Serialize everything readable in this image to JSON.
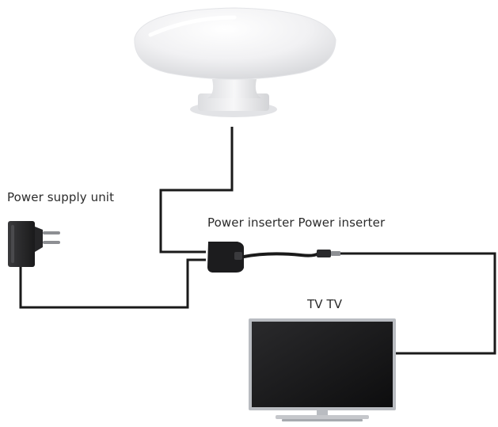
{
  "labels": {
    "power_supply_unit": "Power supply unit",
    "power_inserter": "Power inserter Power inserter",
    "tv": "TV TV"
  },
  "colors": {
    "cable": "#1a1a1a",
    "antenna_body": "#f4f4f6",
    "device_dark": "#1c1c1e",
    "tv_bezel": "#b9bcc1",
    "screen": "#141414"
  },
  "icons": {
    "antenna": "antenna-icon",
    "power_supply": "power-plug-icon",
    "power_inserter": "power-inserter-icon",
    "tv": "tv-icon"
  }
}
